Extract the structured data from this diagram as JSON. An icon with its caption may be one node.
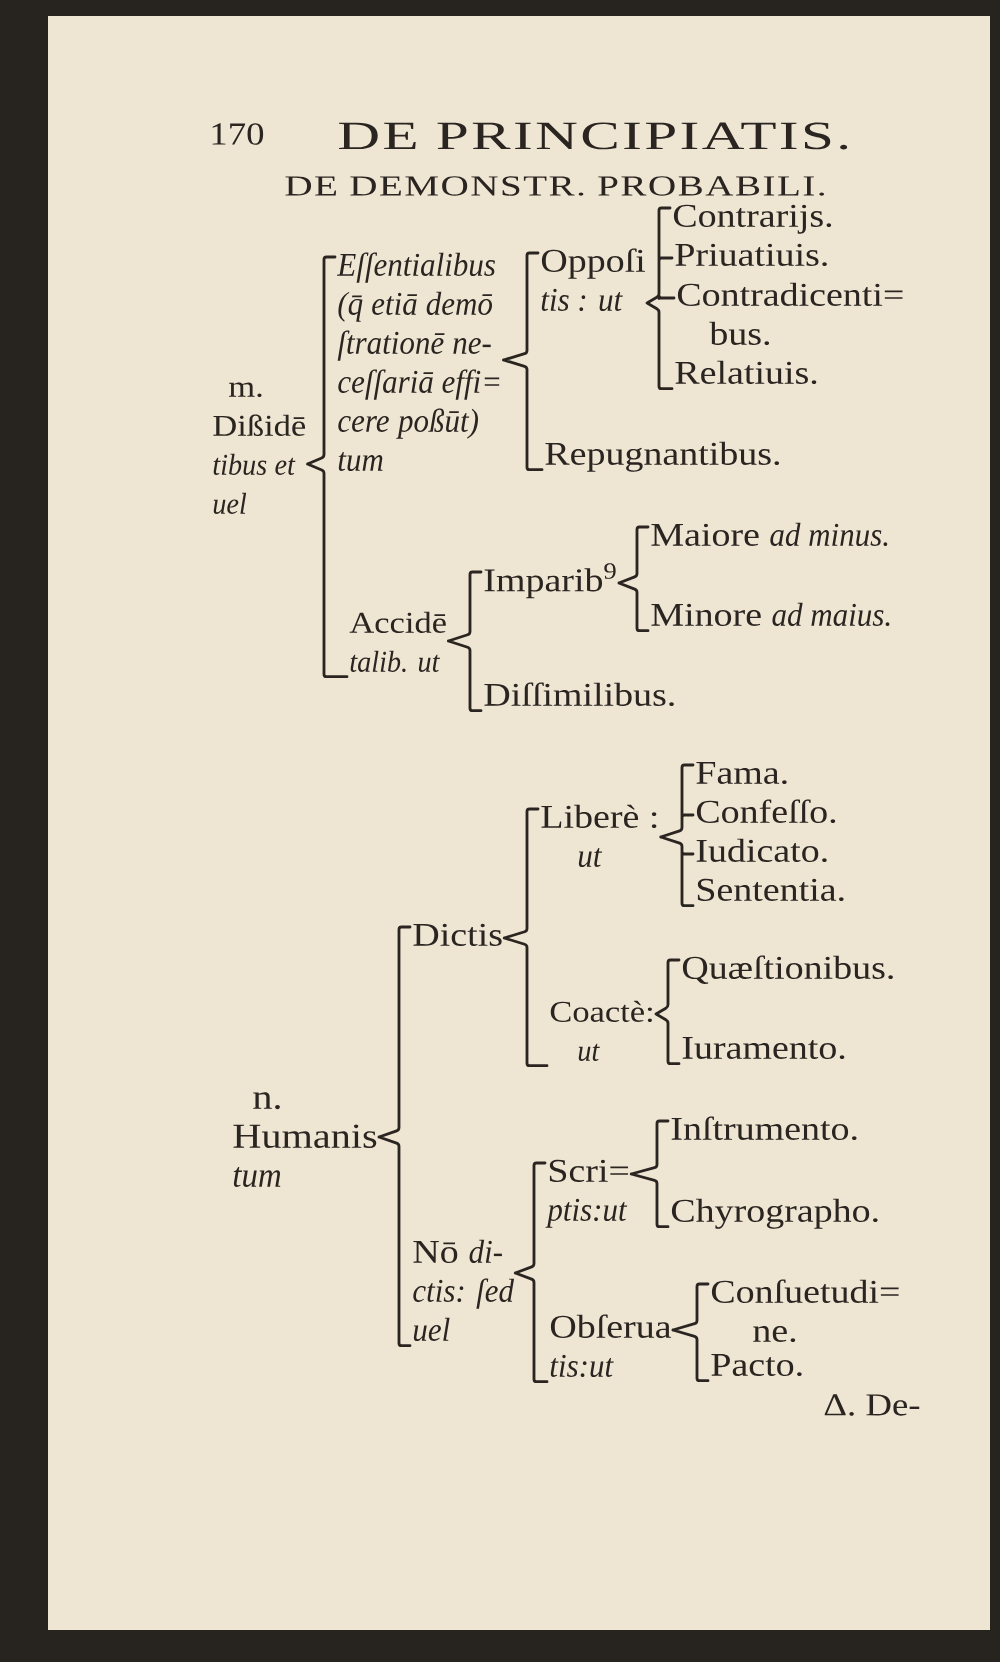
{
  "diagram": {
    "title": "DE PRINCIPIATIS.",
    "nodes": [
      {
        "text": [
          "m.",
          "Dißidē *tibus et uel*"
        ]
      },
      {
        "text": [
          "Eſſentialibus (q̄ etiā demō ſtrationē ne- ceſſariā effi= cere poßūt) tum"
        ]
      },
      {
        "text": [
          "Oppoſi *tis : ut*"
        ]
      },
      {
        "text": [
          "Contrarijs."
        ]
      },
      {
        "text": [
          "Priuatiuis."
        ]
      },
      {
        "text": [
          "Contradicenti= bus."
        ]
      },
      {
        "text": [
          "Relatiuis."
        ]
      },
      {
        "text": [
          "Repugnantibus."
        ]
      },
      {
        "text": [
          "Accidē *talib. ut*"
        ]
      },
      {
        "text": [
          "Imparib$^{9}$"
        ]
      },
      {
        "text": [
          "Maiore *ad minus.*"
        ]
      },
      {
        "text": [
          "Minore *ad maius.*"
        ]
      },
      {
        "text": [
          "Diſſimilibus."
        ]
      },
      {
        "text": [
          "n.",
          "Humanis *tum*"
        ]
      },
      {
        "text": [
          "Dictis"
        ]
      },
      {
        "text": [
          "Liberè : *ut*"
        ]
      },
      {
        "text": [
          "Fama."
        ]
      },
      {
        "text": [
          "Confeſſo."
        ]
      },
      {
        "text": [
          "Iudicato."
        ]
      },
      {
        "text": [
          "Sententia."
        ]
      },
      {
        "text": [
          "Coactè: *ut*"
        ]
      },
      {
        "text": [
          "Quæſtionibus."
        ]
      },
      {
        "text": [
          "Iuramento."
        ]
      },
      {
        "text": [
          "Nō *di- ctis: ſed uel*"
        ]
      },
      {
        "text": [
          "Scri= *ptis:ut*"
        ]
      },
      {
        "text": [
          "Inſtrumento."
        ]
      },
      {
        "text": [
          "Chyrographo."
        ]
      },
      {
        "text": [
          "Obſerua *tis:ut*"
        ]
      },
      {
        "text": [
          "Conſuetudi= ne."
        ]
      },
      {
        "text": [
          "Pacto."
        ]
      }
    ],
    "edges": [
      {
        "from": 0,
        "to": 1,
        "arrow": "none"
      },
      {
        "from": 0,
        "to": 8,
        "arrow": "none"
      },
      {
        "from": 1,
        "to": 2,
        "arrow": "none"
      },
      {
        "from": 1,
        "to": 7,
        "arrow": "none"
      },
      {
        "from": 2,
        "to": 3,
        "arrow": "none"
      },
      {
        "from": 2,
        "to": 4,
        "arrow": "none"
      },
      {
        "from": 2,
        "to": 5,
        "arrow": "none"
      },
      {
        "from": 2,
        "to": 6,
        "arrow": "none"
      },
      {
        "from": 8,
        "to": 9,
        "arrow": "none"
      },
      {
        "from": 8,
        "to": 12,
        "arrow": "none"
      },
      {
        "from": 9,
        "to": 10,
        "arrow": "none"
      },
      {
        "from": 9,
        "to": 11,
        "arrow": "none"
      },
      {
        "from": 13,
        "to": 14,
        "arrow": "none"
      },
      {
        "from": 13,
        "to": 23,
        "arrow": "none"
      },
      {
        "from": 14,
        "to": 15,
        "arrow": "none"
      },
      {
        "from": 14,
        "to": 20,
        "arrow": "none"
      },
      {
        "from": 15,
        "to": 16,
        "arrow": "none"
      },
      {
        "from": 15,
        "to": 17,
        "arrow": "none"
      },
      {
        "from": 15,
        "to": 18,
        "arrow": "none"
      },
      {
        "from": 15,
        "to": 19,
        "arrow": "none"
      },
      {
        "from": 20,
        "to": 21,
        "arrow": "none"
      },
      {
        "from": 20,
        "to": 22,
        "arrow": "none"
      },
      {
        "from": 23,
        "to": 24,
        "arrow": "none"
      },
      {
        "from": 23,
        "to": 27,
        "arrow": "none"
      },
      {
        "from": 24,
        "to": 25,
        "arrow": "none"
      },
      {
        "from": 24,
        "to": 26,
        "arrow": "none"
      },
      {
        "from": 27,
        "to": 28,
        "arrow": "none"
      },
      {
        "from": 27,
        "to": 29,
        "arrow": "none"
      }
    ],
    "labels": [
      "170",
      "DE DEMONSTR. PROBABILI.",
      "Δ. De-"
    ]
  }
}
